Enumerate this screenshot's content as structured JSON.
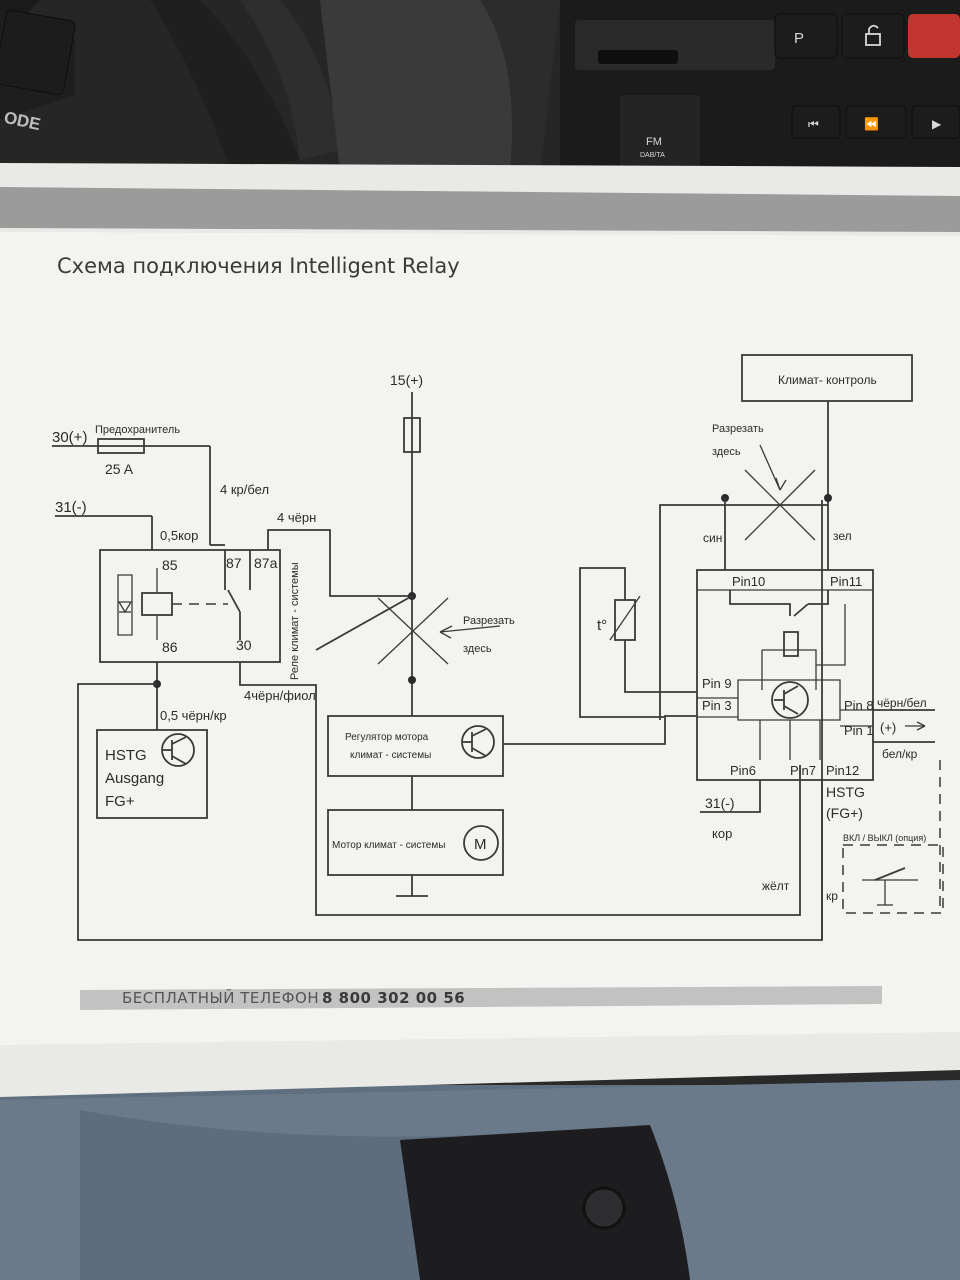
{
  "document": {
    "title": "Схема подключения Intelligent Relay",
    "footer_label": "БЕСПЛАТНЫЙ ТЕЛЕФОН",
    "footer_phone": "8 800 302 00 56"
  },
  "car_panel": {
    "mode_label": "ODE",
    "park_label": "P",
    "fm_label": "FM",
    "fm_sub": "DAB/TA"
  },
  "diagram": {
    "supply_30": "30(+)",
    "fuse_label": "Предохранитель",
    "fuse_rating": "25 A",
    "ground_31": "31(-)",
    "wire_4_kr_bel": "4 кр/бел",
    "wire_4_chern": "4 чёрн",
    "wire_05_kor": "0,5кор",
    "pin_85": "85",
    "pin_86": "86",
    "pin_87": "87",
    "pin_87a": "87a",
    "pin_30": "30",
    "relay_label": "Реле климат - системы",
    "wire_4_chern_fiol": "4чёрн/фиол",
    "wire_05_chern_kr": "0,5 чёрн/кр",
    "hstg_left": [
      "HSTG",
      "Ausgang",
      "FG+"
    ],
    "supply_15": "15(+)",
    "cut_here_center": [
      "Разрезать",
      "здесь"
    ],
    "regulator_label": [
      "Регулятор мотора",
      "климат - системы"
    ],
    "motor_label": "Мотор климат - системы",
    "motor_symbol": "M",
    "climate_control": "Климат- контроль",
    "cut_here_right": [
      "Разрезать",
      "здесь"
    ],
    "wire_sin": "син",
    "wire_zel": "зел",
    "pin10": "Pin10",
    "pin11": "Pin11",
    "temp_sensor": "t°",
    "pin9": "Pin 9",
    "pin3": "Pin 3",
    "pin8": "Pin 8",
    "pin1": "Pin 1",
    "pin6": "Pin6",
    "pin7": "Pin7",
    "pin12": "Pin12",
    "wire_chern_bel": "чёрн/бел",
    "plus_out": "(+)",
    "wire_bel_kr": "бел/кр",
    "hstg_right": [
      "HSTG",
      "(FG+)"
    ],
    "ground_31_right": "31(-)",
    "wire_kor": "кор",
    "switch_label": "ВКЛ / ВЫКЛ (опция)",
    "wire_zhelt": "жёлт",
    "wire_kr": "кр"
  }
}
